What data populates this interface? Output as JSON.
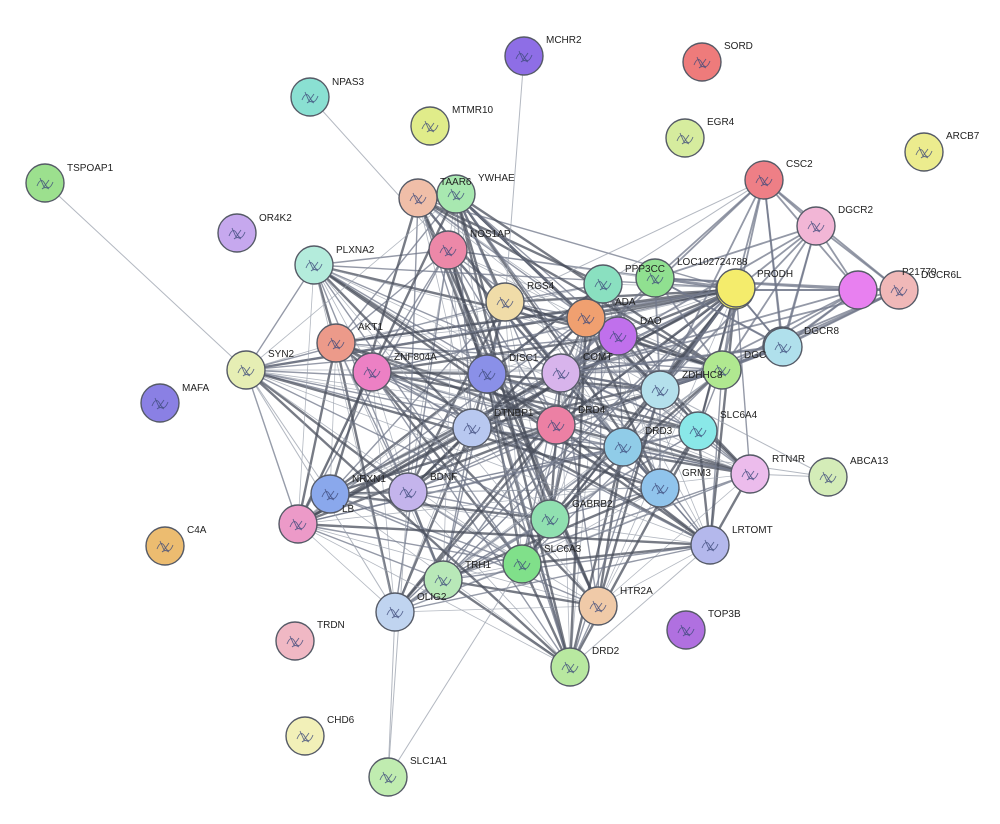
{
  "nodes": [
    {
      "id": "MCHR2",
      "color": "#8e6ee6"
    },
    {
      "id": "SORD",
      "color": "#ee7b7b"
    },
    {
      "id": "NPAS3",
      "color": "#8ae0d2"
    },
    {
      "id": "MTMR10",
      "color": "#e0ec8a"
    },
    {
      "id": "EGR4",
      "color": "#d6ec9e"
    },
    {
      "id": "ARCB7",
      "color": "#ecec8e"
    },
    {
      "id": "TSPOAP1",
      "color": "#9ce08e"
    },
    {
      "id": "CSC2",
      "color": "#ee7f86"
    },
    {
      "id": "TAAR6",
      "color": "#f0bea8"
    },
    {
      "id": "YWHAE",
      "color": "#a8e8b0"
    },
    {
      "id": "OR4K2",
      "color": "#c6a8ee"
    },
    {
      "id": "DGCR2",
      "color": "#f2b6d6"
    },
    {
      "id": "NOS1AP",
      "color": "#ec88a8"
    },
    {
      "id": "PLXNA2",
      "color": "#b4ecdc"
    },
    {
      "id": "LOC102724788",
      "color": "#90e090"
    },
    {
      "id": "PPP3CC",
      "color": "#8ae0c0"
    },
    {
      "id": "PRODH",
      "color": "#f6f060"
    },
    {
      "id": "DGCR6L",
      "color": "#f0b8b8"
    },
    {
      "id": "RGS4",
      "color": "#f0dca8"
    },
    {
      "id": "DAO",
      "color": "#c070ec"
    },
    {
      "id": "AKT1",
      "color": "#ec9a8a"
    },
    {
      "id": "DGCR8",
      "color": "#b6dcec"
    },
    {
      "id": "SYN2",
      "color": "#e6eeb4"
    },
    {
      "id": "ZNF804A",
      "color": "#ec80c4"
    },
    {
      "id": "DISC1",
      "color": "#8a90e8"
    },
    {
      "id": "COMT",
      "color": "#d8b4ec"
    },
    {
      "id": "DGC",
      "color": "#b0e890"
    },
    {
      "id": "MAFA",
      "color": "#8a80e4"
    },
    {
      "id": "ZDHHC8",
      "color": "#b4e0ec"
    },
    {
      "id": "DTNBP1",
      "color": "#b8c8f0"
    },
    {
      "id": "DRD4",
      "color": "#ec80a4"
    },
    {
      "id": "SLC6A4",
      "color": "#8ae8e8"
    },
    {
      "id": "DRD3",
      "color": "#90cce8"
    },
    {
      "id": "RTN4R",
      "color": "#ecbcec"
    },
    {
      "id": "ABCA13",
      "color": "#d4ecb8"
    },
    {
      "id": "NRXN1",
      "color": "#8aa8ec"
    },
    {
      "id": "BDNF",
      "color": "#c4b4ec"
    },
    {
      "id": "GRM3",
      "color": "#90c4ec"
    },
    {
      "id": "GABRB2",
      "color": "#90e0b0"
    },
    {
      "id": "C4A",
      "color": "#ecbc70"
    },
    {
      "id": "LRTOMT",
      "color": "#b4b8ec"
    },
    {
      "id": "SLC6A3",
      "color": "#80e08a"
    },
    {
      "id": "TRH1",
      "color": "#b8e8b8"
    },
    {
      "id": "OLIG2",
      "color": "#c0d4f0"
    },
    {
      "id": "HTR2A",
      "color": "#f0caa8"
    },
    {
      "id": "TOP3B",
      "color": "#b070e0"
    },
    {
      "id": "TRDN",
      "color": "#f0b8c4"
    },
    {
      "id": "DRD2",
      "color": "#b8e8a0"
    },
    {
      "id": "CHD6",
      "color": "#f2f0b8"
    },
    {
      "id": "SLC1A1",
      "color": "#c0ecb0"
    },
    {
      "id": "",
      "color": "#f4ec6c"
    },
    {
      "id": "",
      "color": "#e880f0"
    },
    {
      "id": "",
      "color": "#f0a070"
    },
    {
      "id": "",
      "color": "#ec9ac8"
    },
    {
      "id": "",
      "color": "#b0e0ec"
    }
  ],
  "labels": [
    {
      "text": "MCHR2",
      "node": "MCHR2"
    },
    {
      "text": "SORD",
      "node": "SORD"
    },
    {
      "text": "NPAS3",
      "node": "NPAS3"
    },
    {
      "text": "MTMR10",
      "node": "MTMR10"
    },
    {
      "text": "EGR4",
      "node": "EGR4"
    },
    {
      "text": "ARCB7",
      "node": "ARCB7"
    },
    {
      "text": "TSPOAP1",
      "node": "TSPOAP1"
    },
    {
      "text": "CSC2",
      "node": "CSC2"
    },
    {
      "text": "TAAR6",
      "node": "TAAR6"
    },
    {
      "text": "YWHAE",
      "node": "YWHAE"
    },
    {
      "text": "OR4K2",
      "node": "OR4K2"
    },
    {
      "text": "DGCR2",
      "node": "DGCR2"
    },
    {
      "text": "NOS1AP",
      "node": "NOS1AP"
    },
    {
      "text": "PLXNA2",
      "node": "PLXNA2"
    },
    {
      "text": "LOC102724788",
      "node": "LOC102724788"
    },
    {
      "text": "PPP3CC",
      "node": "PPP3CC"
    },
    {
      "text": "PRODH",
      "node": "PRODH"
    },
    {
      "text": "DGCR6L",
      "node": "DGCR6L"
    },
    {
      "text": "RGS4",
      "node": "RGS4"
    },
    {
      "text": "DAO",
      "node": "DAO"
    },
    {
      "text": "AKT1",
      "node": "AKT1"
    },
    {
      "text": "DGCR8",
      "node": "DGCR8"
    },
    {
      "text": "SYN2",
      "node": "SYN2"
    },
    {
      "text": "ZNF804A",
      "node": "ZNF804A"
    },
    {
      "text": "DISC1",
      "node": "DISC1"
    },
    {
      "text": "COMT",
      "node": "COMT"
    },
    {
      "text": "DGC",
      "node": "DGC"
    },
    {
      "text": "MAFA",
      "node": "MAFA"
    },
    {
      "text": "ZDHHC8",
      "node": "ZDHHC8"
    },
    {
      "text": "DTNBP1",
      "node": "DTNBP1"
    },
    {
      "text": "DRD4",
      "node": "DRD4"
    },
    {
      "text": "SLC6A4",
      "node": "SLC6A4"
    },
    {
      "text": "DRD3",
      "node": "DRD3"
    },
    {
      "text": "RTN4R",
      "node": "RTN4R"
    },
    {
      "text": "ABCA13",
      "node": "ABCA13"
    },
    {
      "text": "NRXN1",
      "node": "NRXN1"
    },
    {
      "text": "BDNF",
      "node": "BDNF"
    },
    {
      "text": "GRM3",
      "node": "GRM3"
    },
    {
      "text": "GABRB2",
      "node": "GABRB2"
    },
    {
      "text": "C4A",
      "node": "C4A"
    },
    {
      "text": "LRTOMT",
      "node": "LRTOMT"
    },
    {
      "text": "SLC6A3",
      "node": "SLC6A3"
    },
    {
      "text": "TRH1",
      "node": "TRH1"
    },
    {
      "text": "OLIG2",
      "node": "OLIG2"
    },
    {
      "text": "HTR2A",
      "node": "HTR2A"
    },
    {
      "text": "TOP3B",
      "node": "TOP3B"
    },
    {
      "text": "TRDN",
      "node": "TRDN"
    },
    {
      "text": "DRD2",
      "node": "DRD2"
    },
    {
      "text": "CHD6",
      "node": "CHD6"
    },
    {
      "text": "SLC1A1",
      "node": "SLC1A1"
    },
    {
      "text": "LB",
      "node": ""
    },
    {
      "text": "ADA",
      "node": ""
    },
    {
      "text": "P21770",
      "node": ""
    }
  ]
}
